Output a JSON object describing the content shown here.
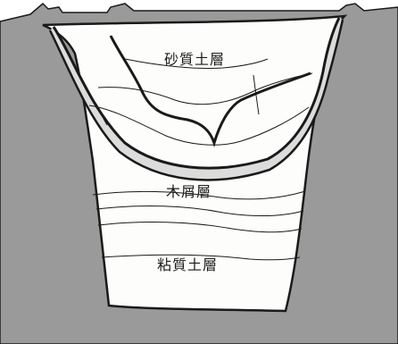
{
  "diagram": {
    "labels": {
      "sandy": "砂質土層",
      "wood": "木屑層",
      "clay": "粘質土層"
    },
    "colors": {
      "surround": "#9a9a9a",
      "pit_fill": "#fdfdfb",
      "wood_band": "#dcdcdc",
      "line": "#1a1a1a"
    }
  }
}
